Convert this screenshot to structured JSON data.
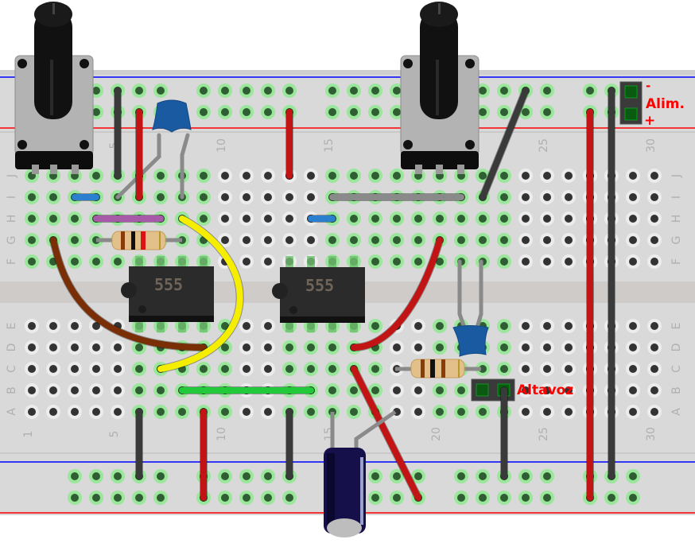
{
  "breadboard": {
    "columns": 30,
    "row_labels_top": [
      "J",
      "I",
      "H",
      "G",
      "F"
    ],
    "row_labels_bottom": [
      "E",
      "D",
      "C",
      "B",
      "A"
    ],
    "column_number_labels": [
      "1",
      "5",
      "10",
      "15",
      "20",
      "25",
      "30"
    ]
  },
  "chips": [
    {
      "label": "555"
    },
    {
      "label": "555"
    }
  ],
  "labels": {
    "power_minus": "-",
    "power_name": "Alim.",
    "power_plus": "+",
    "speaker": "Altavoz"
  },
  "colors": {
    "board": "#d9d9d9",
    "rail_blue": "#0000ff",
    "rail_red": "#ff0000",
    "hole_connected": "#2f5e33",
    "hole_glow": "#8ee88e",
    "hole_empty": "#333333",
    "wire_red": "#c21414",
    "wire_black": "#3a3a3a",
    "wire_yellow": "#f5ee00",
    "wire_green": "#22c93a",
    "wire_brown": "#7a2e05",
    "wire_purple": "#a75aa8",
    "wire_blue": "#2a7fcf",
    "wire_gray": "#8a8a8a",
    "label_red": "#ff0000"
  },
  "components": {
    "potentiometers": 2,
    "ceramic_capacitors": 2,
    "resistors": 2,
    "electrolytic_capacitors": 1,
    "headers": [
      "Alim.",
      "Altavoz"
    ]
  }
}
